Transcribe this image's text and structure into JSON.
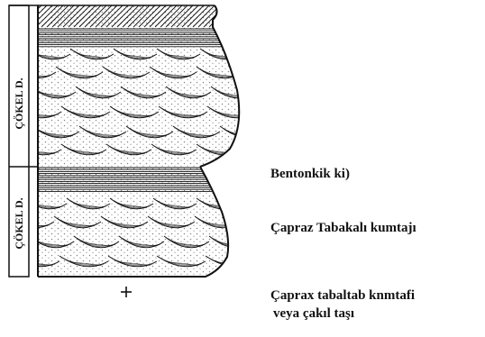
{
  "column": {
    "unit_upper_label": "ÇÖKEL D.",
    "unit_lower_label": "ÇÖKEL D."
  },
  "legend": {
    "bentonite_label": "Bentonkik ki)",
    "crossbedded_sandstone_label": "Çapraz Tabakalı kumtajı",
    "crossbedded_gravel_label_line1": "Çaprax tabaltab knmtafi",
    "crossbedded_gravel_label_line2": "veya çakıl taşı"
  },
  "colors": {
    "ink": "#111111",
    "paper": "#ffffff"
  }
}
